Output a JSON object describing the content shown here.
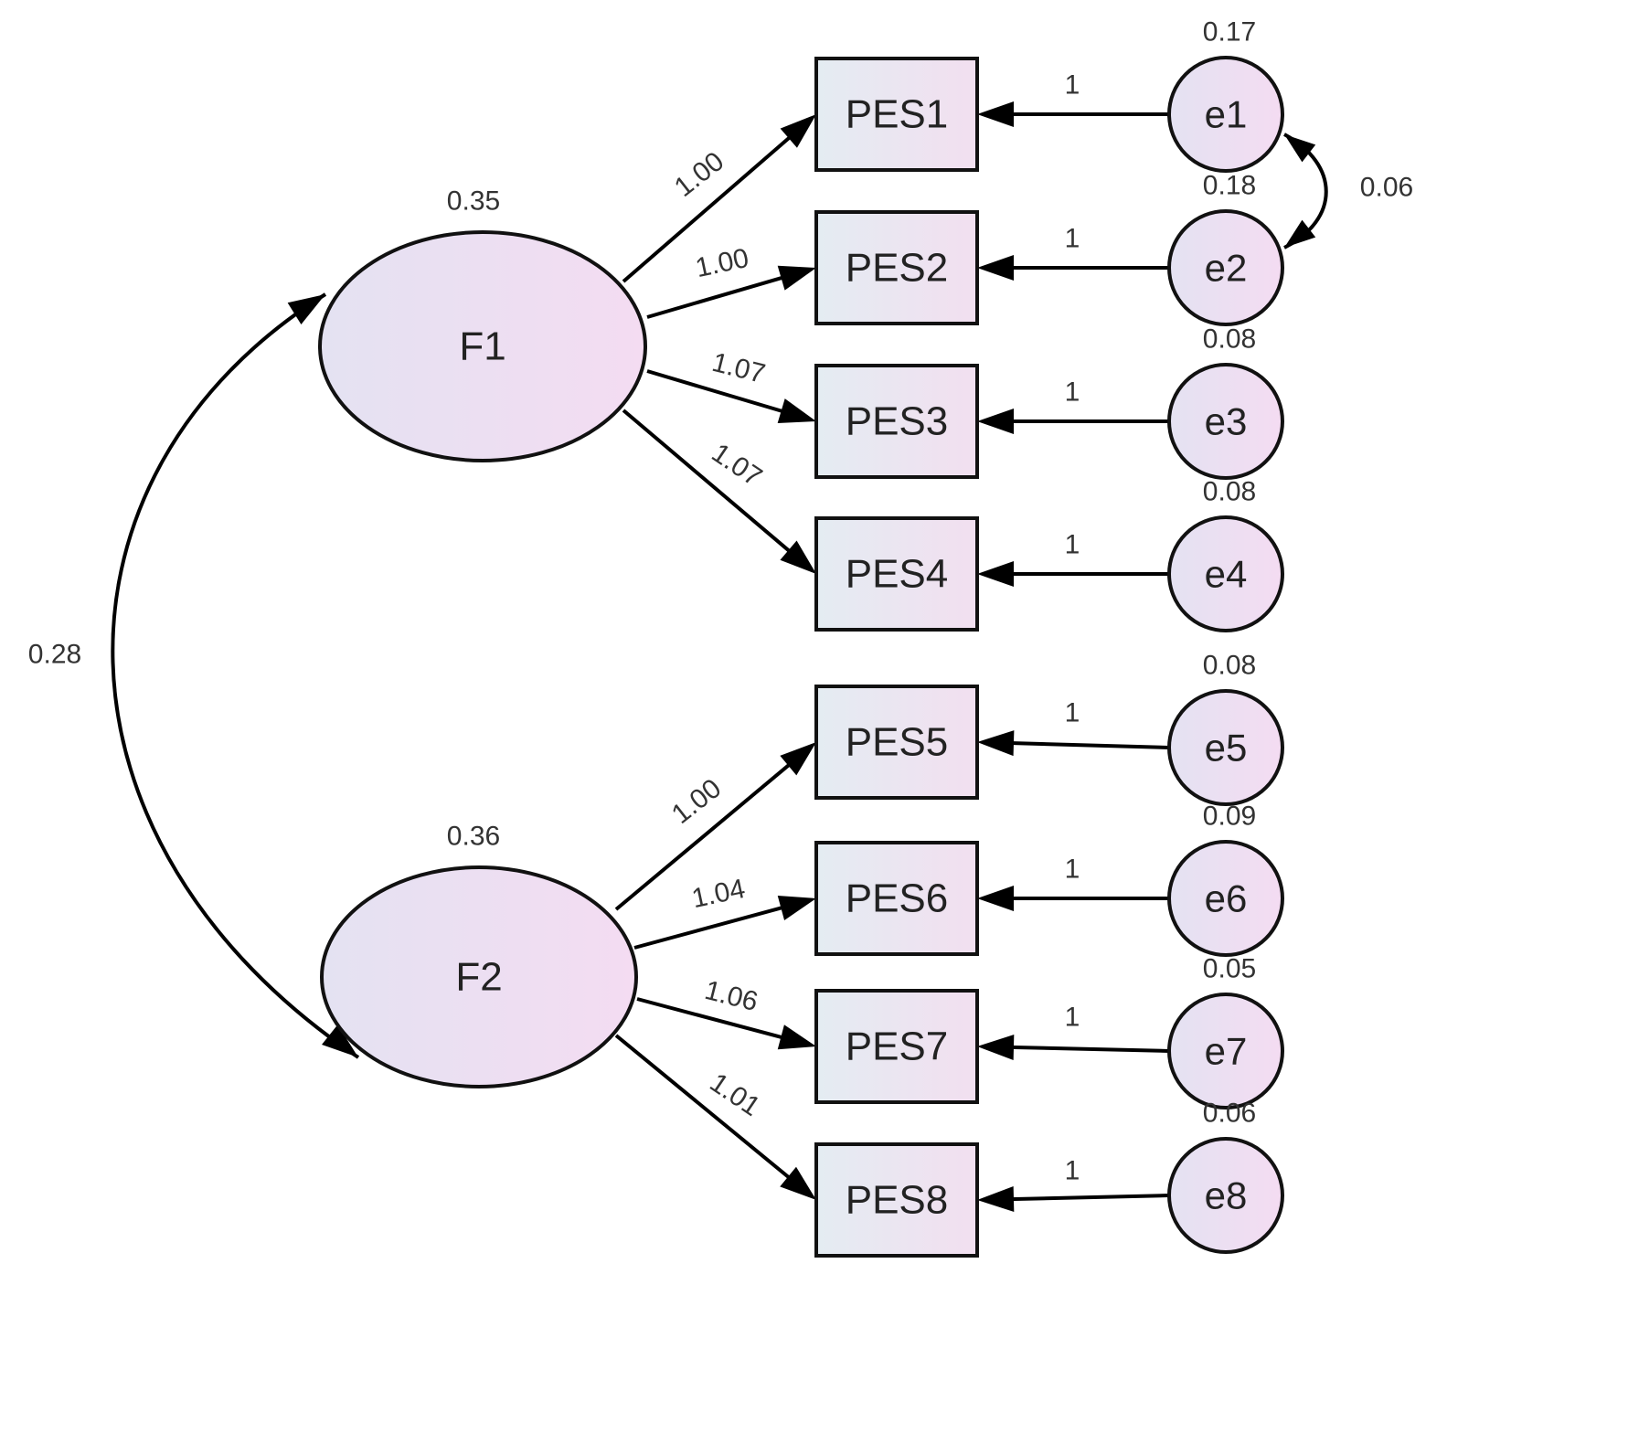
{
  "colors": {
    "latent_fill_start": "#e4e2f2",
    "latent_fill_end": "#f4dcf2",
    "observed_fill_start": "#e4ecf2",
    "observed_fill_end": "#f2dff0",
    "stroke": "#111111"
  },
  "latent": [
    {
      "id": "F1",
      "label": "F1",
      "variance": "0.35"
    },
    {
      "id": "F2",
      "label": "F2",
      "variance": "0.36"
    }
  ],
  "factor_covariance": {
    "value": "0.28"
  },
  "observed": [
    {
      "id": "PES1",
      "label": "PES1",
      "factor": "F1",
      "loading": "1.00"
    },
    {
      "id": "PES2",
      "label": "PES2",
      "factor": "F1",
      "loading": "1.00"
    },
    {
      "id": "PES3",
      "label": "PES3",
      "factor": "F1",
      "loading": "1.07"
    },
    {
      "id": "PES4",
      "label": "PES4",
      "factor": "F1",
      "loading": "1.07"
    },
    {
      "id": "PES5",
      "label": "PES5",
      "factor": "F2",
      "loading": "1.00"
    },
    {
      "id": "PES6",
      "label": "PES6",
      "factor": "F2",
      "loading": "1.04"
    },
    {
      "id": "PES7",
      "label": "PES7",
      "factor": "F2",
      "loading": "1.06"
    },
    {
      "id": "PES8",
      "label": "PES8",
      "factor": "F2",
      "loading": "1.01"
    }
  ],
  "errors": [
    {
      "id": "e1",
      "label": "e1",
      "variance": "0.17",
      "path_coef": "1"
    },
    {
      "id": "e2",
      "label": "e2",
      "variance": "0.18",
      "path_coef": "1"
    },
    {
      "id": "e3",
      "label": "e3",
      "variance": "0.08",
      "path_coef": "1"
    },
    {
      "id": "e4",
      "label": "e4",
      "variance": "0.08",
      "path_coef": "1"
    },
    {
      "id": "e5",
      "label": "e5",
      "variance": "0.08",
      "path_coef": "1"
    },
    {
      "id": "e6",
      "label": "e6",
      "variance": "0.09",
      "path_coef": "1"
    },
    {
      "id": "e7",
      "label": "e7",
      "variance": "0.05",
      "path_coef": "1"
    },
    {
      "id": "e8",
      "label": "e8",
      "variance": "0.06",
      "path_coef": "1"
    }
  ],
  "error_covariance": {
    "from": "e1",
    "to": "e2",
    "value": "0.06"
  }
}
